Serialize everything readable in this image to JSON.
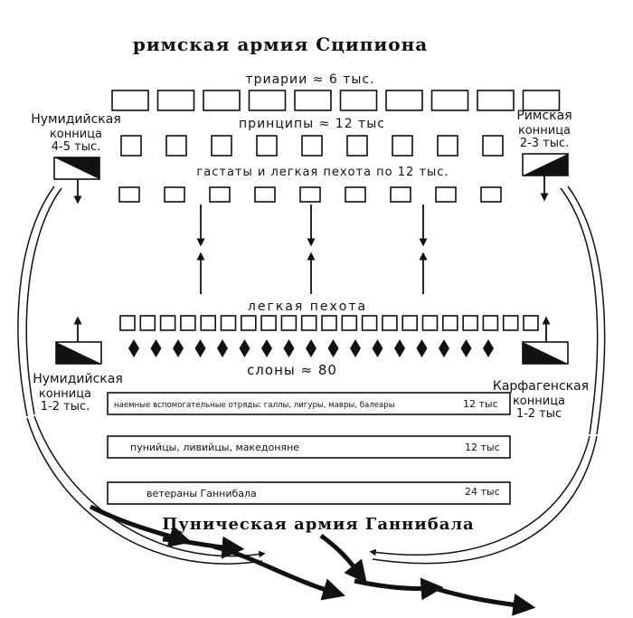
{
  "roman_army": {
    "title": "римская армия Сципиона",
    "triarii": "триарии ≈ 6 тыс.",
    "principes": "принципы ≈ 12 тыс",
    "hastati": "гастаты и легкая пехота по 12 тыс."
  },
  "left_cavalry_roman_side": {
    "line1": "Нумидийская",
    "line2": "конница",
    "line3": "4-5 тыс."
  },
  "right_cavalry_roman_side": {
    "line1": "Римская",
    "line2": "конница",
    "line3": "2-3 тыс."
  },
  "carthage_light_infantry": "легкая пехота",
  "elephants": "слоны ≈ 80",
  "left_cavalry_carthage_side": {
    "line1": "Нумидийская",
    "line2": "конница",
    "line3": "1-2 тыс."
  },
  "right_cavalry_carthage_side": {
    "line1": "Карфагенская",
    "line2": "конница",
    "line3": "1-2 тыс"
  },
  "lines": {
    "line1_label": "наемные вспомогательные отряды: галлы, лигуры, мавры, балеары",
    "line1_size": "12 тыс",
    "line2_label": "пунийцы, ливийцы, македоняне",
    "line2_size": "12 тыс",
    "line3_label": "ветераны Ганнибала",
    "line3_size": "24 тыс"
  },
  "punic_army_title": "Пуническая армия Ганнибала",
  "icons": [
    "cavalry-flag-icon",
    "elephant-diamond-icon",
    "arrow-icon"
  ]
}
